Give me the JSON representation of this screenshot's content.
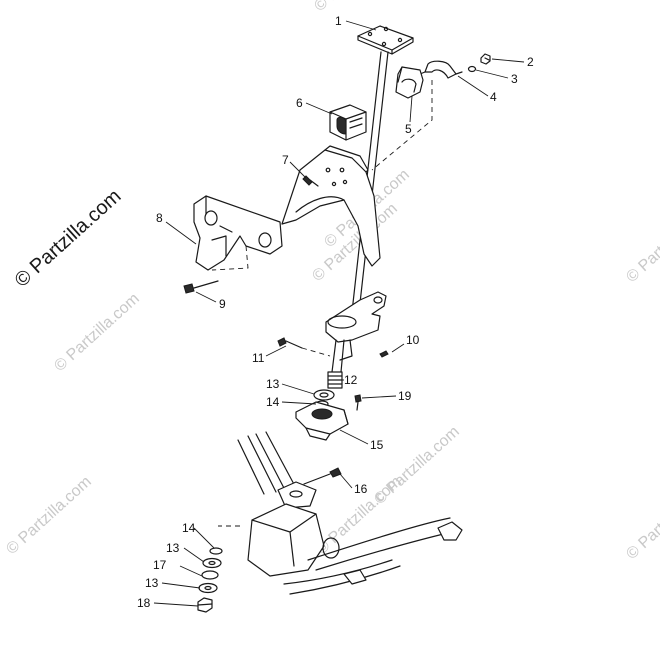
{
  "watermarks": {
    "main": "© Partzilla.com",
    "faint": "© Partzilla.com",
    "color": "#c9c9c9"
  },
  "callouts": [
    {
      "label": "1"
    },
    {
      "label": "2"
    },
    {
      "label": "3"
    },
    {
      "label": "4"
    },
    {
      "label": "5"
    },
    {
      "label": "6"
    },
    {
      "label": "7"
    },
    {
      "label": "8"
    },
    {
      "label": "9"
    },
    {
      "label": "10"
    },
    {
      "label": "11"
    },
    {
      "label": "12"
    },
    {
      "label": "13"
    },
    {
      "label": "14"
    },
    {
      "label": "15"
    },
    {
      "label": "16"
    },
    {
      "label": "19"
    },
    {
      "label": "14"
    },
    {
      "label": "13"
    },
    {
      "label": "17"
    },
    {
      "label": "13"
    },
    {
      "label": "18"
    }
  ]
}
